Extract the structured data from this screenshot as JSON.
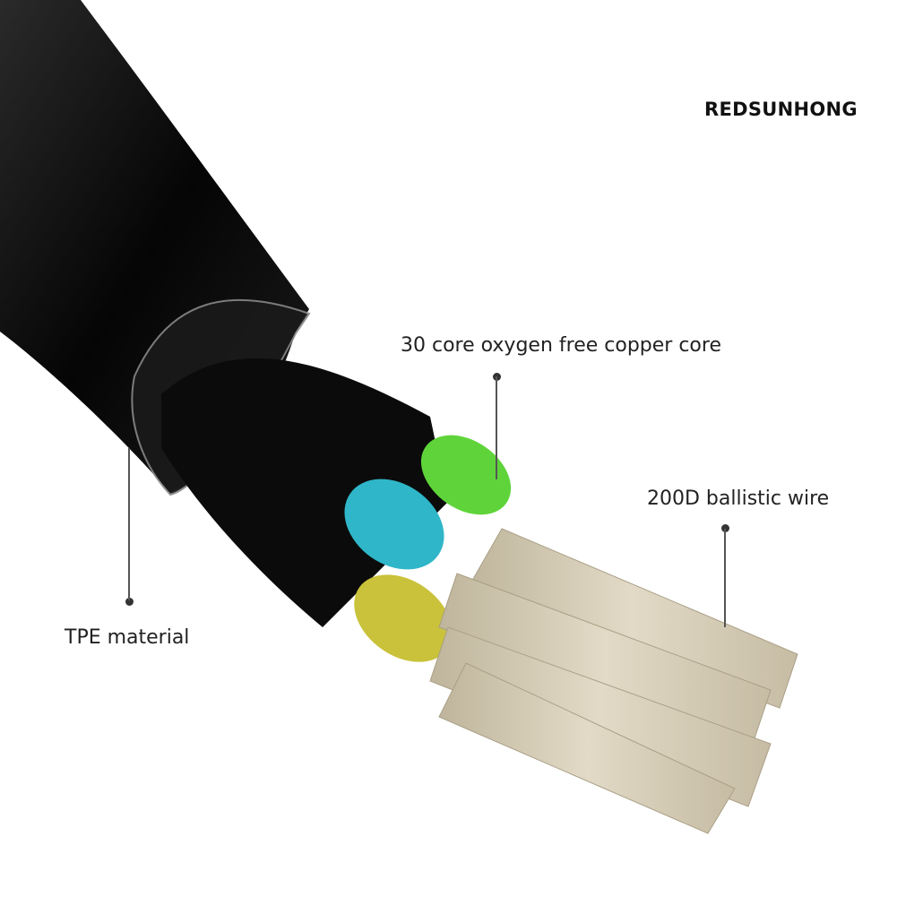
{
  "brand": {
    "text": "REDSUNHONG"
  },
  "annotations": [
    {
      "id": "copper-core",
      "text": "30 core oxygen free copper core"
    },
    {
      "id": "ballistic-wire",
      "text": "200D ballistic wire"
    },
    {
      "id": "tpe",
      "text": "TPE material"
    }
  ],
  "colors": {
    "background": "#ffffff",
    "jacket": "#0d0d0d",
    "core_green": "#5fd43a",
    "core_cyan": "#2fb6c8",
    "core_yellow": "#c9c23a",
    "fiber": "#d6cdb6",
    "text": "#222222"
  }
}
